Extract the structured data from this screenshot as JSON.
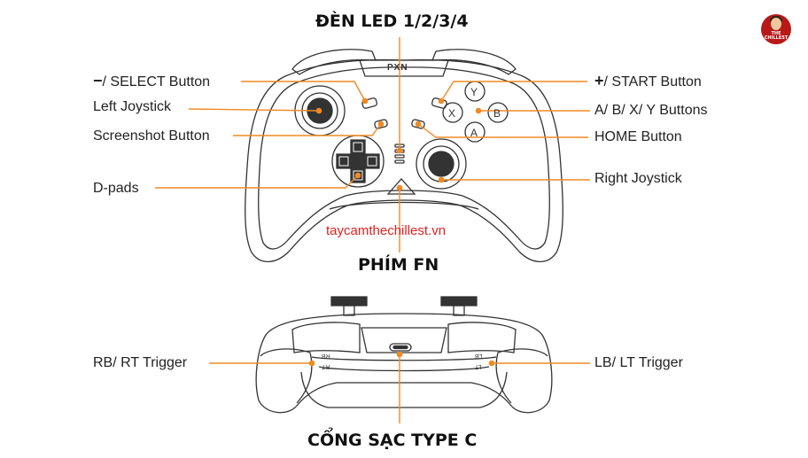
{
  "headings": {
    "led": "ĐÈN LED 1/2/3/4",
    "fn": "PHÍM FN",
    "type_c": "CỔNG SẠC TYPE C"
  },
  "watermark": "taycamthechillest.vn",
  "logo_text": "THE CHILLEST",
  "device_logo": "PXN",
  "front_labels": {
    "select_symbol": "−",
    "select": "/ SELECT Button",
    "left_joystick": "Left Joystick",
    "screenshot": "Screenshot Button",
    "dpads": "D-pads",
    "start_symbol": "+",
    "start": "/ START Button",
    "abxy": "A/ B/ X/ Y  Buttons",
    "home": "HOME Button",
    "right_joystick": "Right Joystick"
  },
  "face_buttons": {
    "y": "Y",
    "b": "B",
    "x": "X",
    "a": "A"
  },
  "back_labels": {
    "rb_rt": "RB/ RT Trigger",
    "lb_lt": "LB/ LT Trigger"
  },
  "trigger_marks": {
    "rb": "RB",
    "rt": "RT",
    "lb": "LB",
    "lt": "LT"
  },
  "colors": {
    "accent": "#f08a24",
    "watermark": "#e0211f",
    "line_art": "#333333"
  }
}
